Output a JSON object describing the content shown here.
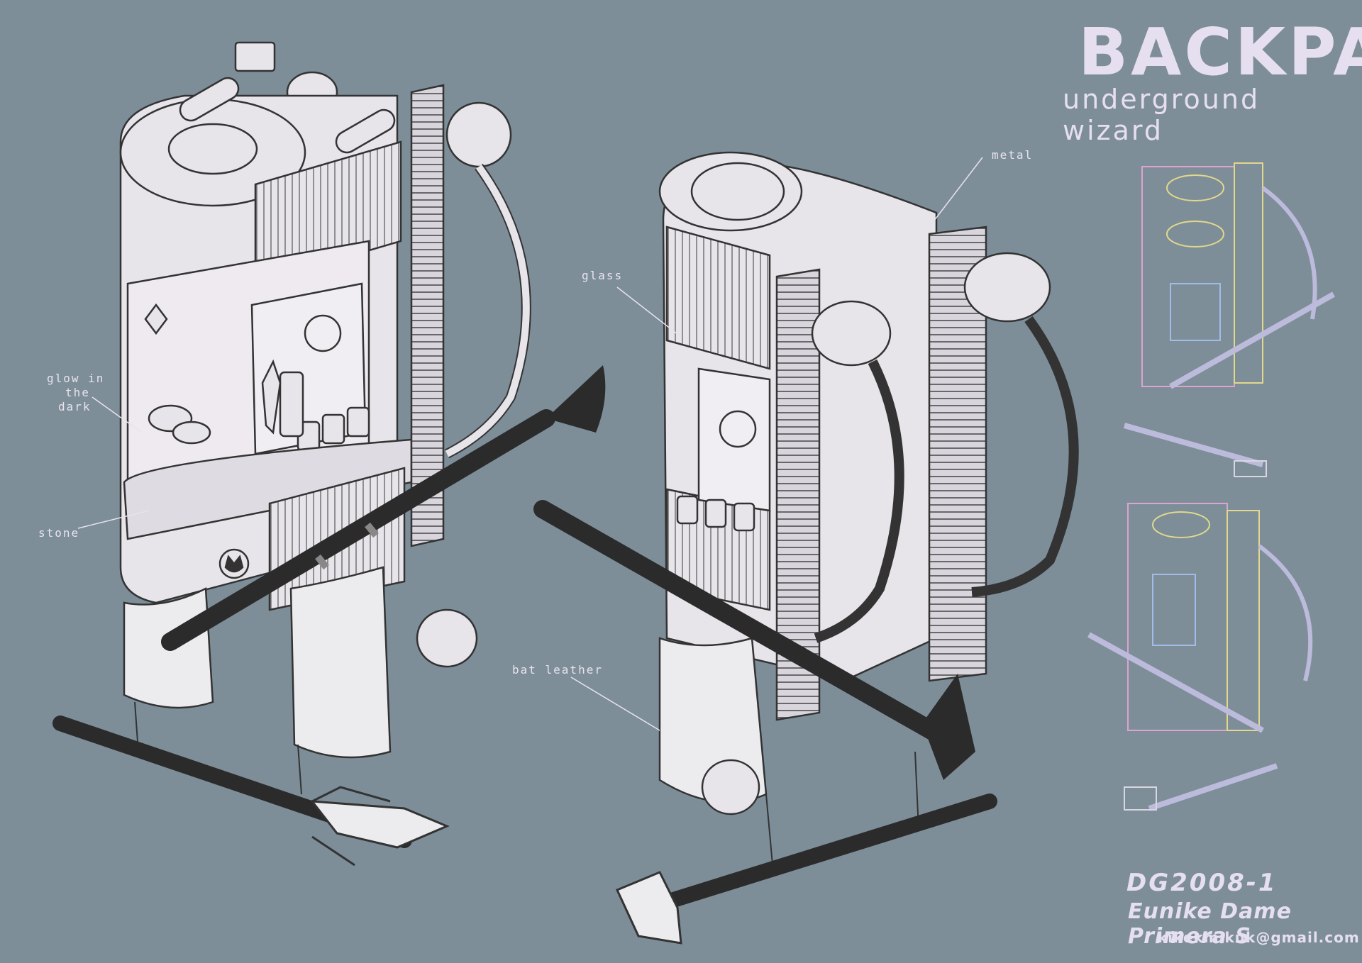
{
  "title": "BACKPACK",
  "subtitle": "underground wizard",
  "labels": {
    "metal": "metal",
    "glass": "glass",
    "glow_line1": "glow in",
    "glow_line2": "the",
    "glow_line3": "dark",
    "stone": "stone",
    "bat_leather": "bat leather"
  },
  "credits": {
    "code": "DG2008-1",
    "name": "Eunike Dame Primera S",
    "email": "kikekmikuk@gmail.com"
  },
  "colors": {
    "background": "#7d8e99",
    "line_art": "#3a3a3a",
    "body_fill": "#e7e4ea",
    "text": "#e6dff0",
    "wireframe_pink": "#f0a8d8",
    "wireframe_yellow": "#f3e58a",
    "wireframe_blue": "#a8c6f5"
  }
}
